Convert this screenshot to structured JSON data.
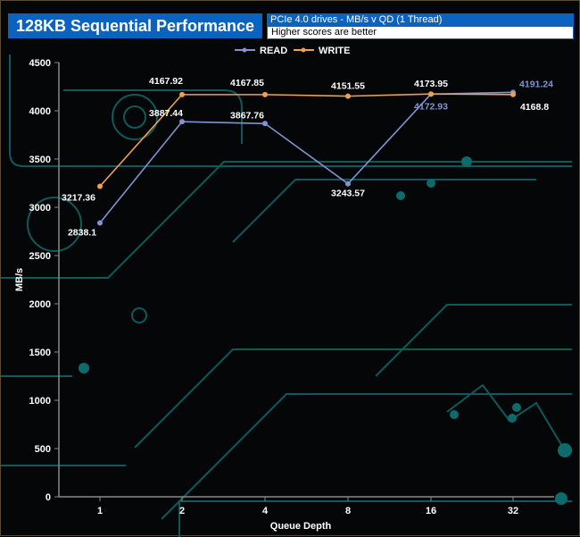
{
  "header": {
    "title": "128KB Sequential Performance",
    "subtitle": "PCIe 4.0 drives - MB/s v QD (1 Thread)",
    "note": "Higher scores are better"
  },
  "colors": {
    "read": "#7f95d1",
    "write": "#f0a04b",
    "title_bg": "#0b63c1",
    "circuit": "#0d5a5a"
  },
  "chart_data": {
    "type": "line",
    "title": "128KB Sequential Performance",
    "xlabel": "Queue Depth",
    "ylabel": "MB/s",
    "categories": [
      "1",
      "2",
      "4",
      "8",
      "16",
      "32"
    ],
    "ylim": [
      0,
      4500
    ],
    "yticks": [
      0,
      500,
      1000,
      1500,
      2000,
      2500,
      3000,
      3500,
      4000,
      4500
    ],
    "legend": "top-center",
    "grid": false,
    "series": [
      {
        "name": "READ",
        "values": [
          2838.1,
          3887.44,
          3867.76,
          3243.57,
          4172.93,
          4191.24
        ],
        "labels": [
          "2838.1",
          "3887.44",
          "3867.76",
          "3243.57",
          "4172.93",
          "4191.24"
        ]
      },
      {
        "name": "WRITE",
        "values": [
          3217.36,
          4167.92,
          4167.85,
          4151.55,
          4173.95,
          4168.8
        ],
        "labels": [
          "3217.36",
          "4167.92",
          "4167.85",
          "4151.55",
          "4173.95",
          "4168.8"
        ]
      }
    ]
  }
}
